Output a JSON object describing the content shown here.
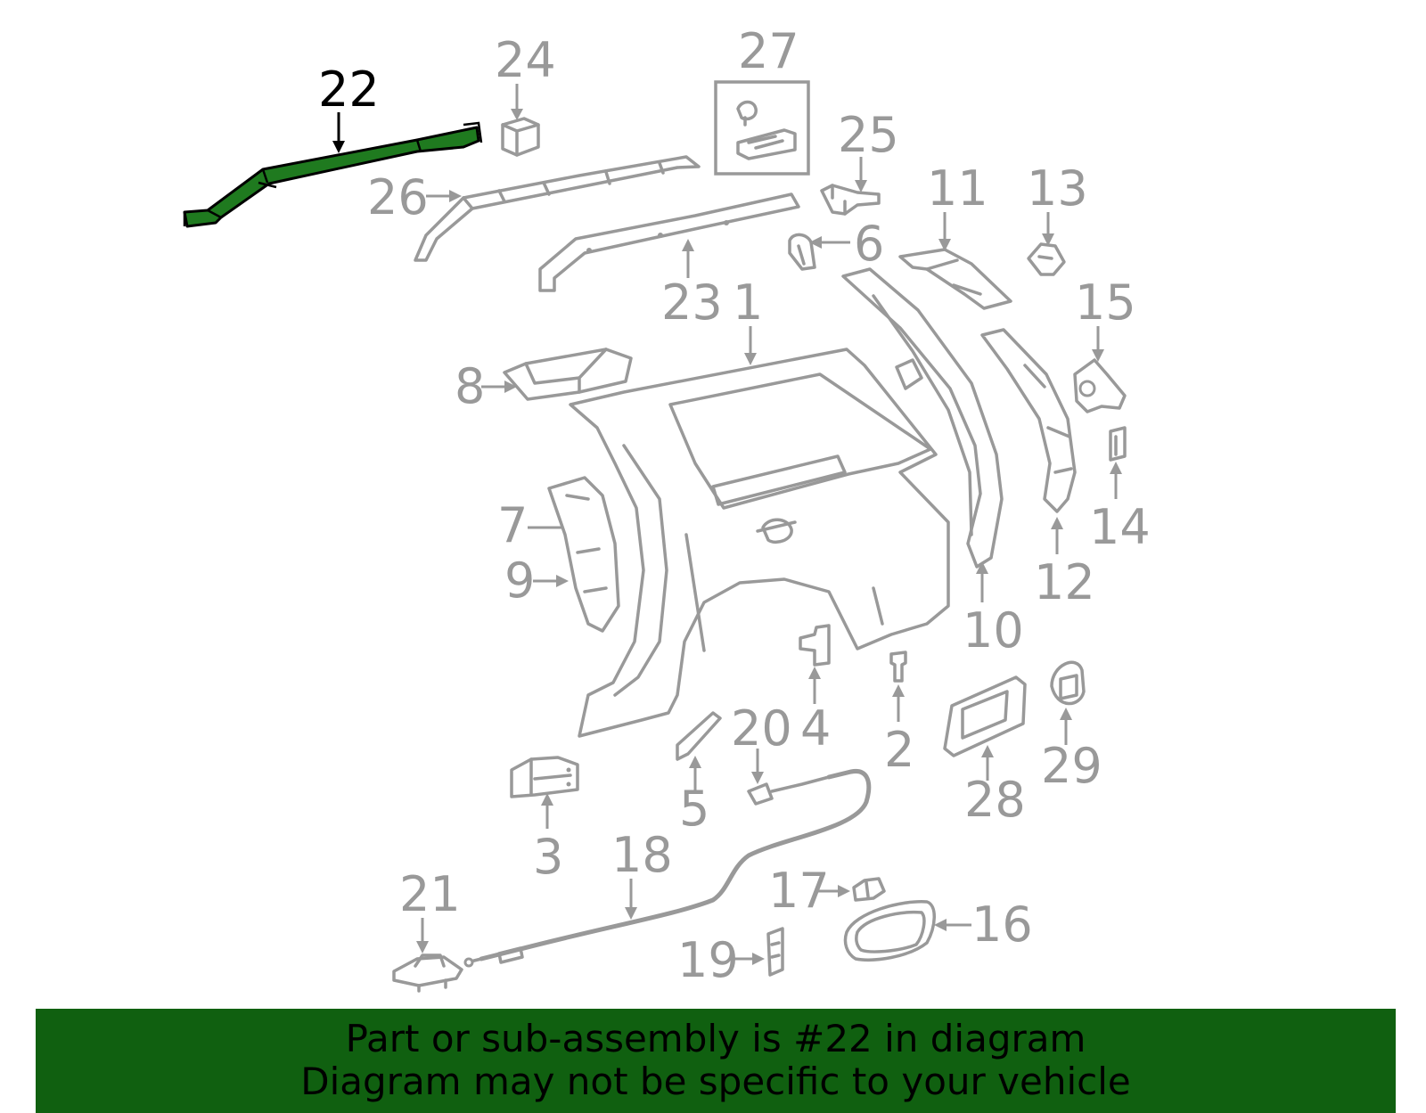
{
  "diagram": {
    "highlighted_part": "22",
    "highlight_color": "#1f7a1f",
    "callouts": {
      "p1": "1",
      "p2": "2",
      "p3": "3",
      "p4": "4",
      "p5": "5",
      "p6": "6",
      "p7": "7",
      "p8": "8",
      "p9": "9",
      "p10": "10",
      "p11": "11",
      "p12": "12",
      "p13": "13",
      "p14": "14",
      "p15": "15",
      "p16": "16",
      "p17": "17",
      "p18": "18",
      "p19": "19",
      "p20": "20",
      "p21": "21",
      "p22": "22",
      "p23": "23",
      "p24": "24",
      "p25": "25",
      "p26": "26",
      "p27": "27",
      "p28": "28",
      "p29": "29"
    }
  },
  "banner": {
    "line1": "Part or sub-assembly is #22 in diagram",
    "line2": "Diagram may not be specific to your vehicle",
    "background": "#106010"
  }
}
